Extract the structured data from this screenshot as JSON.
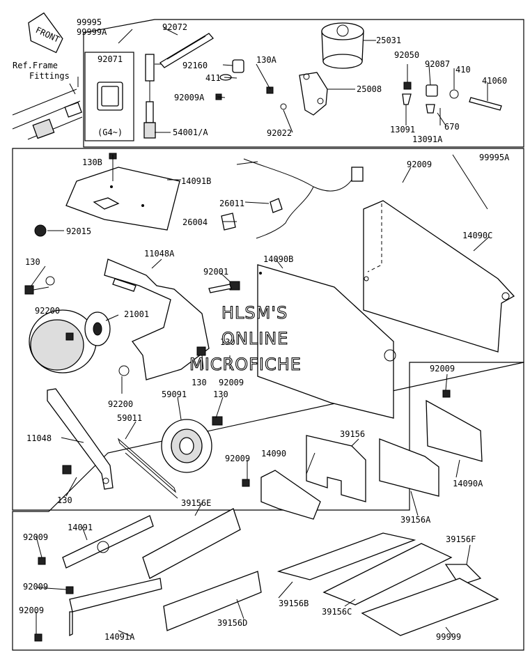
{
  "front_tag": "FRONT",
  "ref_frame": {
    "line1": "Ref.Frame",
    "line2": "Fittings"
  },
  "g4_note": "(G4~)",
  "watermark": {
    "line1": "HLSM'S",
    "line2": "ONLINE",
    "line3": "MICROFICHE"
  },
  "labels": {
    "p99995": "99995",
    "p99999A": "99999A",
    "p92071": "92071",
    "p92072": "92072",
    "p92160": "92160",
    "p411": "411",
    "p92009A": "92009A",
    "p54001": "54001/A",
    "p130A": "130A",
    "p25031": "25031",
    "p25008": "25008",
    "p92022": "92022",
    "p92050": "92050",
    "p92087": "92087",
    "p410": "410",
    "p41060": "41060",
    "p13091": "13091",
    "p670": "670",
    "p13091A": "13091A",
    "p130B": "130B",
    "p14091B": "14091B",
    "p92015": "92015",
    "p26011": "26011",
    "p26004": "26004",
    "p92009_a": "92009",
    "p99995A": "99995A",
    "p14090C": "14090C",
    "p11048A": "11048A",
    "p14090B": "14090B",
    "p130_a": "130",
    "p92001": "92001",
    "p92200_a": "92200",
    "p21001": "21001",
    "p130_b": "130",
    "p130_c": "130",
    "p92009_b": "92009",
    "p92200_b": "92200",
    "p59091": "59091",
    "p130_d": "130",
    "p59011": "59011",
    "p11048": "11048",
    "p130_e": "130",
    "p92009_c": "92009",
    "p14090A": "14090A",
    "p39156": "39156",
    "p92009_d": "92009",
    "p14090": "14090",
    "p39156A": "39156A",
    "p39156E": "39156E",
    "p14091": "14091",
    "p92009_e": "92009",
    "p92009_f": "92009",
    "p92009_g": "92009",
    "p39156F": "39156F",
    "p39156B": "39156B",
    "p39156D": "39156D",
    "p14091A": "14091A",
    "p39156C": "39156C",
    "p99999": "99999"
  }
}
